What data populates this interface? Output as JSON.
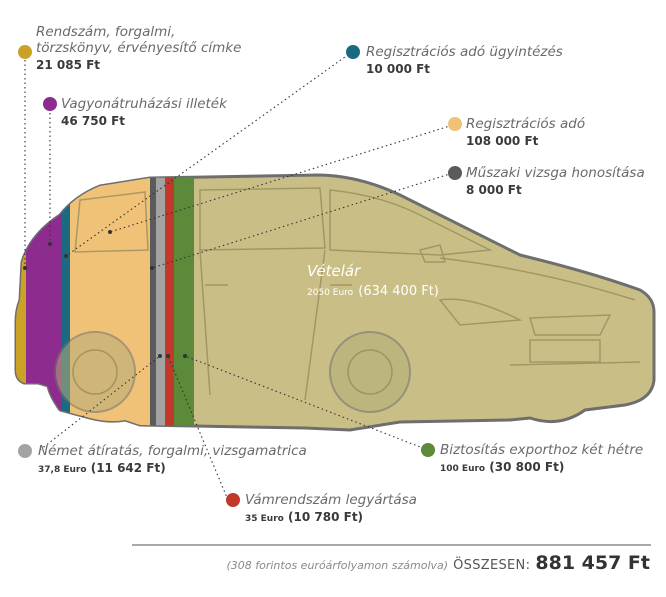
{
  "colors": {
    "rendszam": "#c9a227",
    "vagyon": "#8e2b8e",
    "regugyintezes": "#1a6a82",
    "regado": "#f0c278",
    "muszaki": "#5b5b5b",
    "nemet": "#a3a3a3",
    "vam": "#c0392b",
    "biztositas": "#5a8a3a",
    "car_body": "#c9bf86"
  },
  "items": {
    "rendszam": {
      "name": "Rendszám, forgalmi,\ntörzskönyv, érvényesítő címke",
      "amount": "21 085 Ft"
    },
    "vagyon": {
      "name": "Vagyonátruházási illeték",
      "amount": "46 750 Ft"
    },
    "regugyintezes": {
      "name": "Regisztrációs adó ügyintézés",
      "amount": "10 000 Ft"
    },
    "regado": {
      "name": "Regisztrációs adó",
      "amount": "108 000 Ft"
    },
    "muszaki": {
      "name": "Műszaki vizsga honosítása",
      "amount": "8 000 Ft"
    },
    "nemet": {
      "name": "Német átíratás, forgalmi, vizsgamatrica",
      "euro": "37,8 Euro",
      "amount": "(11 642 Ft)"
    },
    "vam": {
      "name": "Vámrendszám legyártása",
      "euro": "35 Euro",
      "amount": "(10 780 Ft)"
    },
    "biztositas": {
      "name": "Biztosítás exporthoz két hétre",
      "euro": "100 Euro",
      "amount": "(30 800 Ft)"
    }
  },
  "price": {
    "title": "Vételár",
    "euro": "2050 Euro",
    "amount": "(634 400 Ft)"
  },
  "total": {
    "note": "(308 forintos euróárfolyamon számolva)",
    "label": "ÖSSZESEN:",
    "amount": "881 457 Ft"
  }
}
